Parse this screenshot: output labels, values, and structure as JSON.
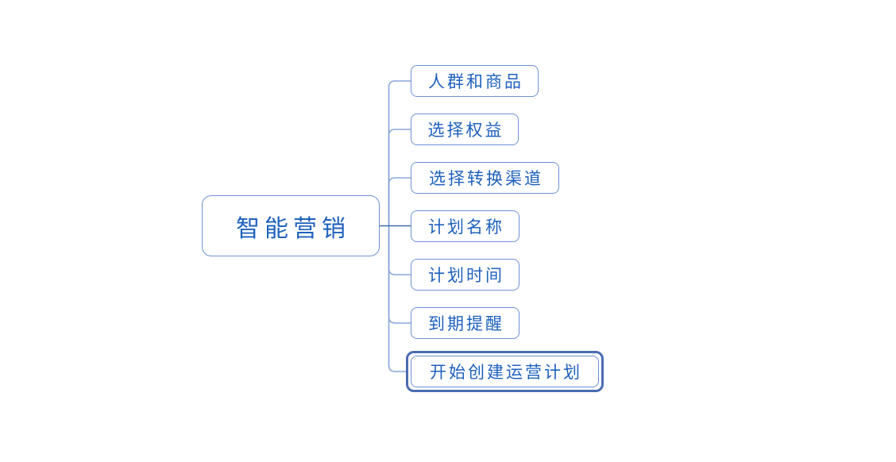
{
  "mindmap": {
    "root": {
      "label": "智能营销"
    },
    "children": [
      {
        "label": "人群和商品",
        "selected": false
      },
      {
        "label": "选择权益",
        "selected": false
      },
      {
        "label": "选择转换渠道",
        "selected": false
      },
      {
        "label": "计划名称",
        "selected": false
      },
      {
        "label": "计划时间",
        "selected": false
      },
      {
        "label": "到期提醒",
        "selected": false
      },
      {
        "label": "开始创建运营计划",
        "selected": true
      }
    ]
  },
  "colors": {
    "node-border": "#6e92d2",
    "node-fill": "#ffffff",
    "text-color": "#1e61bd",
    "branch-color": "#8aa7d9",
    "center-branch-color": "#3d6bb5",
    "selection-color": "#4a6cb3",
    "background": "#ffffff"
  }
}
